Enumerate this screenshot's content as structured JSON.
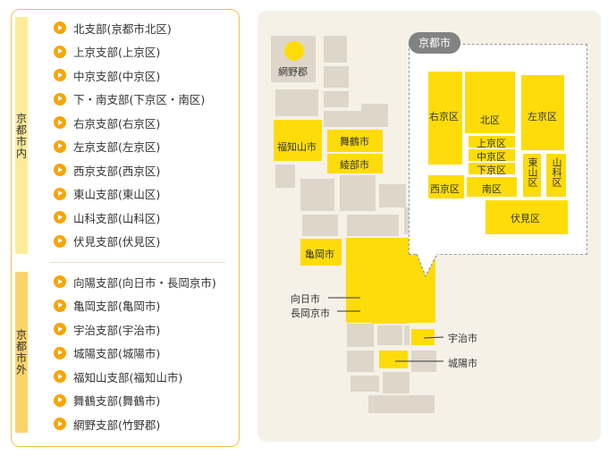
{
  "sidebar": {
    "inside_heading": "京都市内",
    "outside_heading": "京都市外",
    "inside_items": [
      "北支部(京都市北区)",
      "上京支部(上京区)",
      "中京支部(中京区)",
      "下・南支部(下京区・南区)",
      "右京支部(右京区)",
      "左京支部(左京区)",
      "西京支部(西京区)",
      "東山支部(東山区)",
      "山科支部(山科区)",
      "伏見支部(伏見区)"
    ],
    "outside_items": [
      "向陽支部(向日市・長岡京市)",
      "亀岡支部(亀岡市)",
      "宇治支部(宇治市)",
      "城陽支部(城陽市)",
      "福知山支部(福知山市)",
      "舞鶴支部(舞鶴市)",
      "網野支部(竹野郡)"
    ]
  },
  "map": {
    "amino": "網野郡",
    "fukuchiyama": "福知山市",
    "maizuru": "舞鶴市",
    "ayabe": "綾部市",
    "kameoka": "亀岡市",
    "muko": "向日市",
    "nagaokakyo": "長岡京市",
    "uji": "宇治市",
    "joyo": "城陽市",
    "kyoto_popup": {
      "title": "京都市",
      "ukyo": "右京区",
      "kita": "北区",
      "sakyo": "左京区",
      "kamigyo": "上京区",
      "nakagyo": "中京区",
      "shimogyo": "下京区",
      "higashiyama": "東山区",
      "yamashina": "山科区",
      "nishikyo": "西京区",
      "minami": "南区",
      "fushimi": "伏見区"
    }
  },
  "colors": {
    "accent_yellow": "#fedc0a",
    "icon_orange": "#f6a50a",
    "panel_border": "#f3c24f"
  }
}
